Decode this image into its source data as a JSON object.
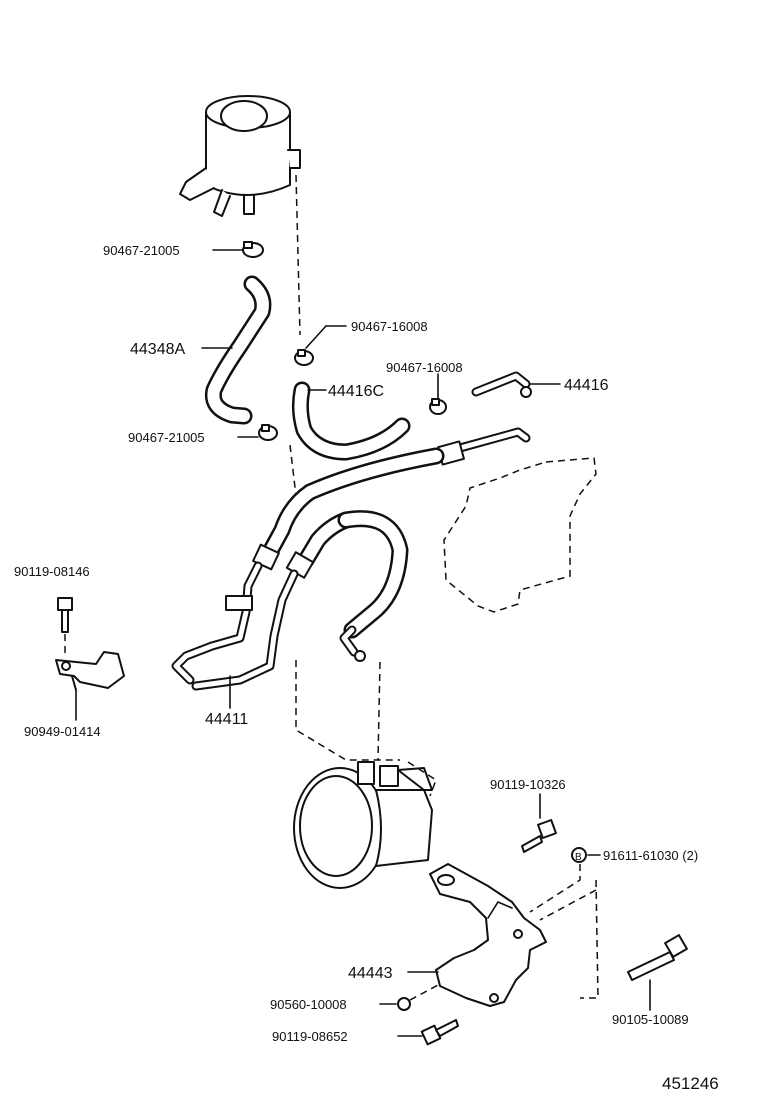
{
  "diagram_id": "451246",
  "callouts": {
    "clamp_top": "90467-21005",
    "hose_44348A": "44348A",
    "clamp_mid": "90467-16008",
    "clamp_right": "90467-16008",
    "pipe_44416": "44416",
    "hose_44416C": "44416C",
    "clamp_lower": "90467-21005",
    "bolt_left": "90119-08146",
    "clamp_left": "90949-01414",
    "hose_44411": "44411",
    "bolt_pump": "90119-10326",
    "nut_marker": "B",
    "nut": "91611-61030 (2)",
    "bracket": "44443",
    "washer": "90560-10008",
    "bolt_bottom": "90119-08652",
    "bolt_long": "90105-10089"
  }
}
